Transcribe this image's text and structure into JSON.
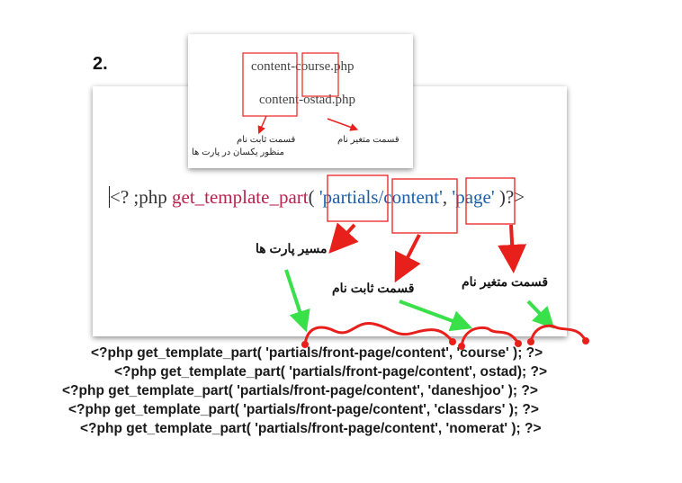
{
  "step_number": "2.",
  "inset": {
    "file_1": "content-course.php",
    "file_2": "content-ostad.php",
    "fixed_label_line1": "قسمت ثابت نام",
    "fixed_label_line2": "منظور یکسان در پارت ها",
    "variable_label": "قسمت متغیر نام"
  },
  "main_code": {
    "prefix": "<? ;php",
    "function_name": "get_template_part",
    "open_paren": "( ",
    "path_part": "'partials/",
    "name_part": "content'",
    "separator": ", ",
    "variable_part": "'page'",
    "suffix": " )?>"
  },
  "annotations": {
    "path_label": "مسیر پارت ها",
    "fixed_label": "قسمت ثابت نام",
    "variable_label": "قسمت متغیر نام"
  },
  "examples": [
    "<?php get_template_part( 'partials/front-page/content', 'course' ); ?>",
    "<?php get_template_part( 'partials/front-page/content', ostad); ?>",
    "<?php get_template_part( 'partials/front-page/content', 'daneshjoo' ); ?>",
    "<?php get_template_part( 'partials/front-page/content', 'classdars' ); ?>",
    "<?php get_template_part( 'partials/front-page/content', 'nomerat' ); ?>"
  ],
  "colors": {
    "highlight_red": "#e8201c",
    "arrow_green": "#39e04a",
    "function_color": "#b7224f",
    "string_color": "#1d5fa8"
  }
}
